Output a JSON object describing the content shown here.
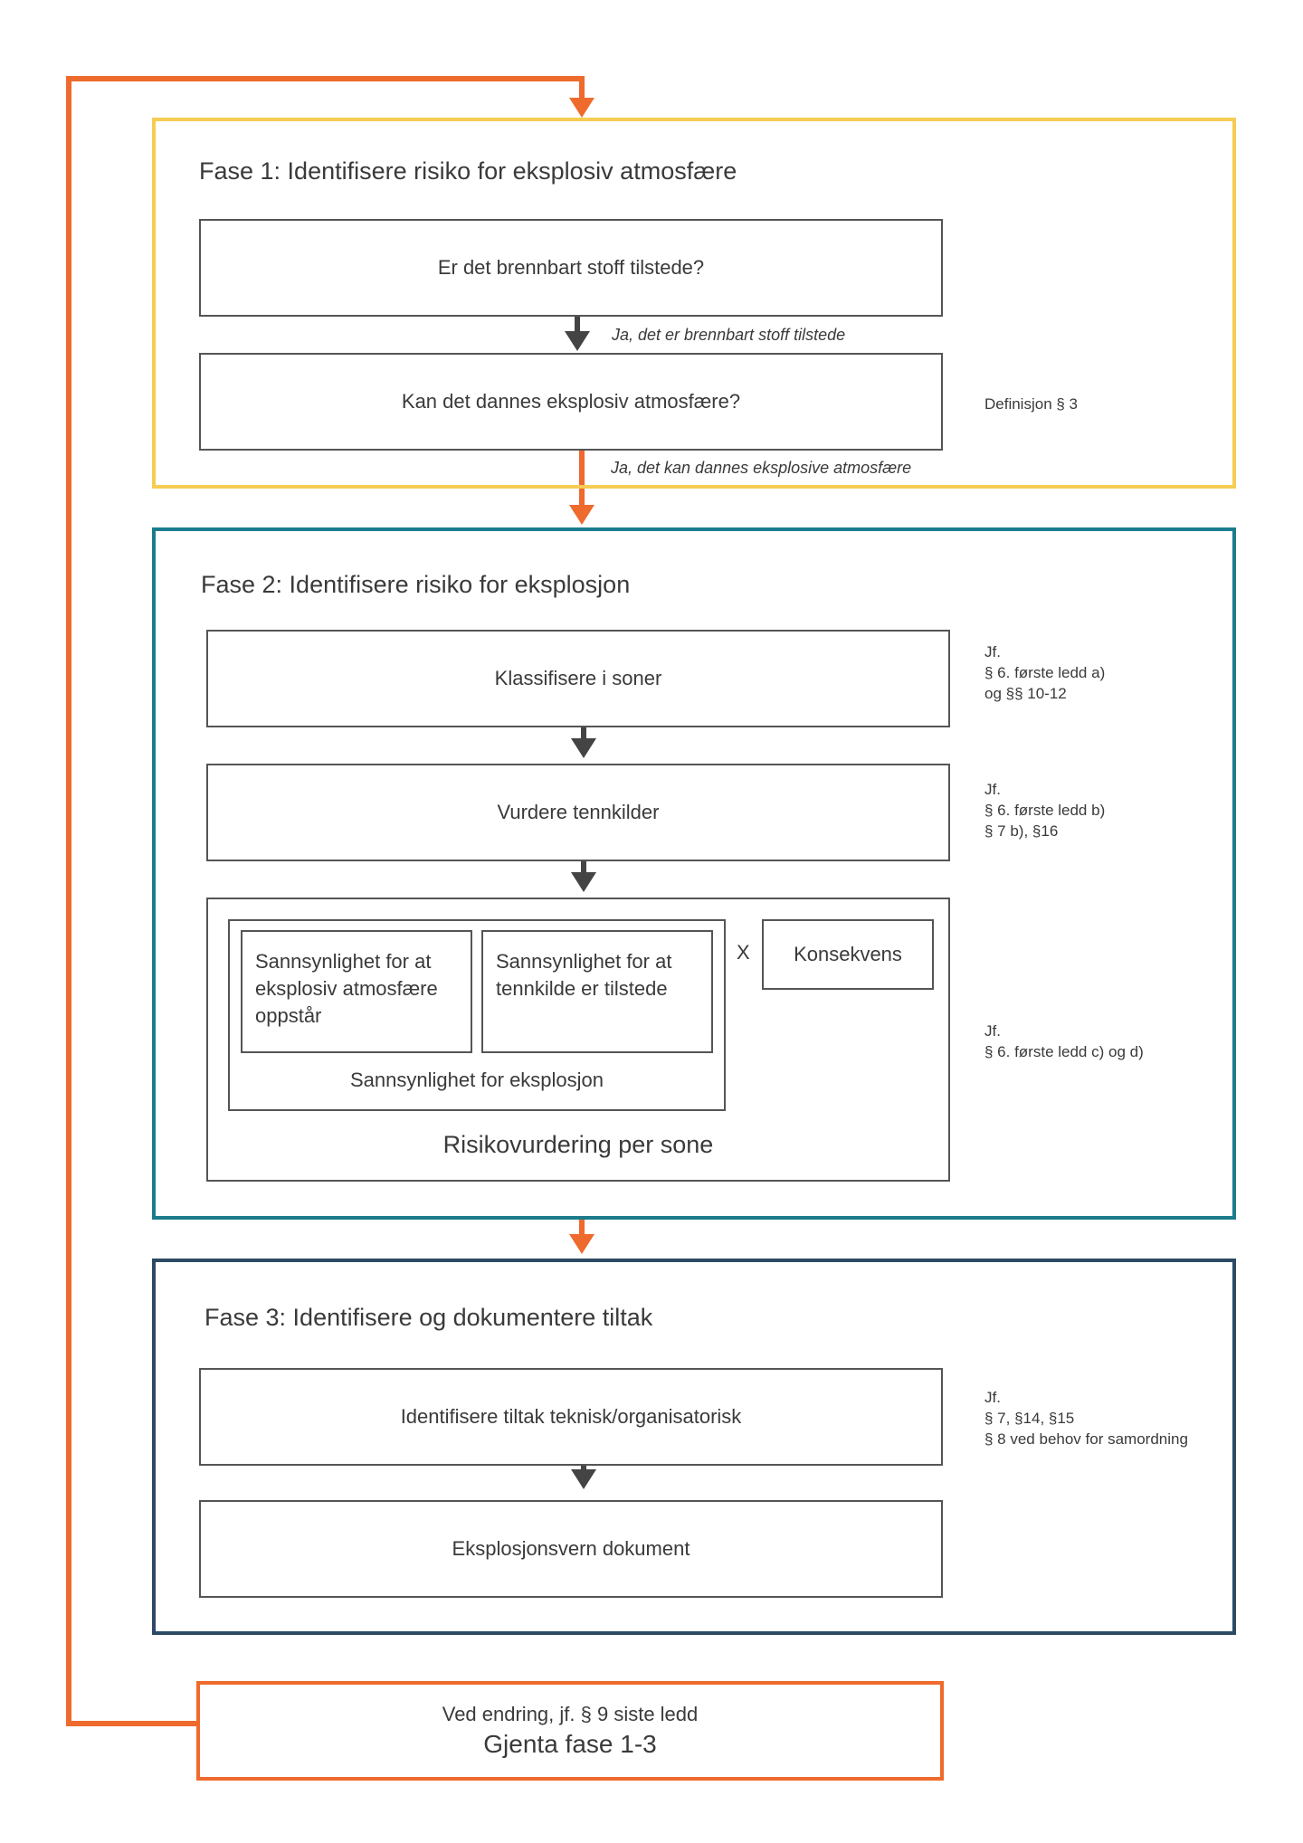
{
  "colors": {
    "phase1": "#f6cc52",
    "phase2": "#1b7c8c",
    "phase3": "#2c4a63",
    "repeat": "#ee6a2d",
    "box_border": "#555555",
    "dark_arrow": "#444444"
  },
  "phase1": {
    "title": "Fase 1: Identifisere risiko for eksplosiv atmosfære",
    "step1": "Er det brennbart stoff tilstede?",
    "step1_yes": "Ja, det er brennbart stoff tilstede",
    "step2": "Kan det dannes eksplosiv atmosfære?",
    "step2_yes": "Ja, det kan dannes eksplosive atmosfære",
    "note": "Definisjon § 3"
  },
  "phase2": {
    "title": "Fase 2: Identifisere risiko for eksplosjon",
    "step1": "Klassifisere i soner",
    "step1_note": [
      "Jf.",
      "§ 6. første ledd a)",
      "og  §§ 10-12"
    ],
    "step2": "Vurdere tennkilder",
    "step2_note": [
      "Jf.",
      "§ 6. første ledd b)",
      "§ 7 b), §16"
    ],
    "prob_atmosphere": "Sannsynlighet for at eksplosiv atmosfære oppstår",
    "prob_ignition": "Sannsynlighet for at tennkilde er tilstede",
    "prob_explosion": "Sannsynlighet for eksplosjon",
    "multiply": "X",
    "consequence": "Konsekvens",
    "risk_per_zone": "Risikovurdering per sone",
    "risk_note": [
      "Jf.",
      "§ 6. første ledd c) og d)"
    ]
  },
  "phase3": {
    "title": "Fase 3: Identifisere og dokumentere tiltak",
    "step1": "Identifisere tiltak teknisk/organisatorisk",
    "step1_note": [
      "Jf.",
      "§ 7, §14, §15",
      "§ 8 ved behov for samordning"
    ],
    "step2": "Eksplosjonsvern dokument"
  },
  "repeat": {
    "subtitle": "Ved endring, jf. § 9 siste ledd",
    "title": "Gjenta fase 1-3"
  }
}
